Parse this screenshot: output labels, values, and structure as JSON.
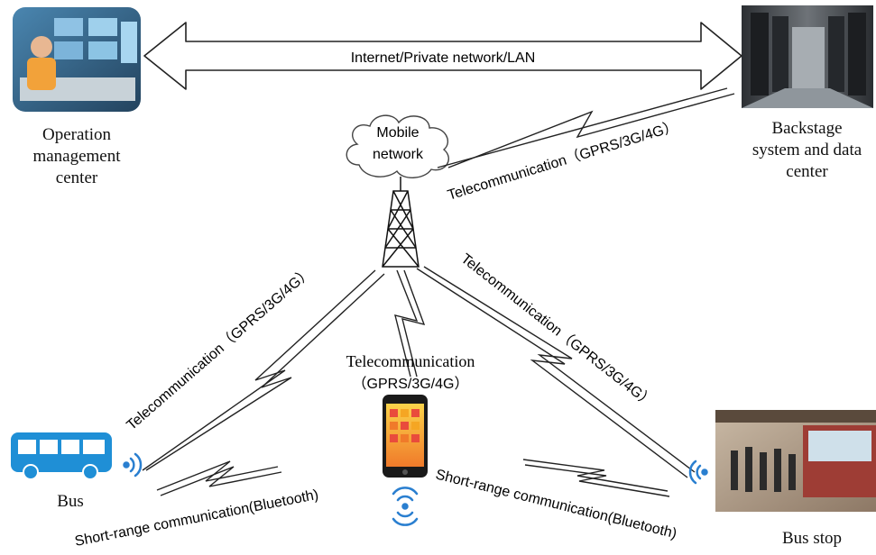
{
  "network": {
    "backbone_label": "Internet/Private network/LAN",
    "cloud_label_line1": "Mobile",
    "cloud_label_line2": "network"
  },
  "nodes": {
    "operation_center": {
      "line1": "Operation",
      "line2": "management",
      "line3": "center"
    },
    "backstage": {
      "line1": "Backstage",
      "line2": "system and data",
      "line3": "center"
    },
    "bus": {
      "label": "Bus"
    },
    "bus_stop": {
      "label": "Bus stop"
    }
  },
  "links": {
    "tower_to_backstage": "Telecommunication（GPRS/3G/4G）",
    "tower_to_bus": "Telecommunication（GPRS/3G/4G）",
    "tower_to_phone_line1": "Telecommunication",
    "tower_to_phone_line2": "（GPRS/3G/4G）",
    "tower_to_busstop": "Telecommunication（GPRS/3G/4G）",
    "bus_to_phone": "Short-range communication(Bluetooth)",
    "phone_to_busstop": "Short-range communication(Bluetooth)"
  },
  "colors": {
    "bus_body": "#1f8fd6",
    "wifi_blue": "#2a7fd0",
    "line": "#222222"
  }
}
